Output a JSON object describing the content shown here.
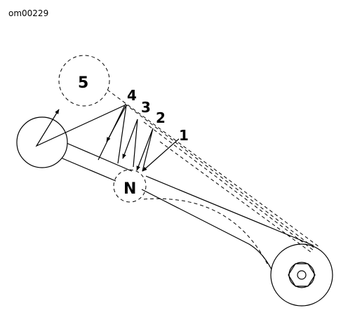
{
  "figure_id": "om00229",
  "labels": {
    "neutral": "N",
    "gear1": "1",
    "gear2": "2",
    "gear3": "3",
    "gear4": "4",
    "gear5": "5"
  }
}
